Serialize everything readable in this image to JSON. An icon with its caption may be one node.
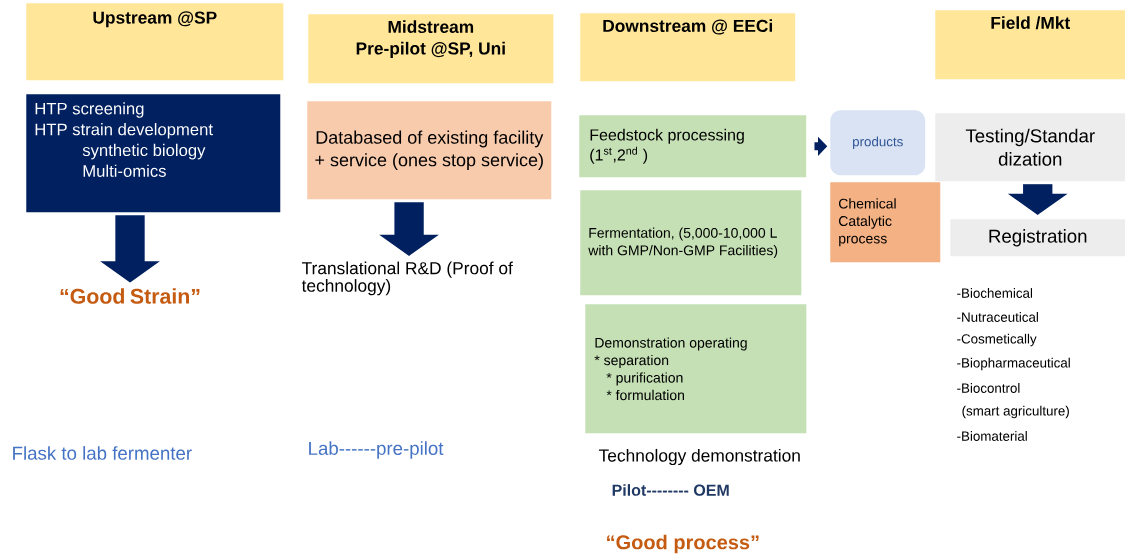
{
  "diagram": {
    "nodes": [
      {
        "text": [
          "Upstream @SP"
        ]
      },
      {
        "text": [
          "Midstream",
          "Pre-pilot @SP, Uni"
        ]
      },
      {
        "text": [
          "Downstream @ EECi"
        ]
      },
      {
        "text": [
          "Field /Mkt"
        ]
      },
      {
        "text": [
          "HTP screening",
          "HTP strain development",
          "synthetic biology",
          "Multi-omics"
        ]
      },
      {
        "text": [
          "“Good Strain”"
        ]
      },
      {
        "text": [
          "Databased of existing facility + service (ones stop service)"
        ]
      },
      {
        "text": [
          "Translational R&D (Proof of technology)"
        ]
      },
      {
        "text": [
          "Feedstock processing (1$^{st}$,2$^{nd}$ )"
        ]
      },
      {
        "text": [
          "products"
        ]
      },
      {
        "text": [
          "Fermentation, (5,000-10,000 L with GMP/Non-GMP Facilities)"
        ]
      },
      {
        "text": [
          "Chemical Catalytic process"
        ]
      },
      {
        "text": [
          "Demonstration operating",
          "* separation",
          "* purification",
          "* formulation"
        ]
      },
      {
        "text": [
          "Testing/Standar dization"
        ]
      },
      {
        "text": [
          "Registration"
        ]
      }
    ],
    "edges": [
      {
        "from": 4,
        "to": 5,
        "arrow": "to"
      },
      {
        "from": 6,
        "to": 7,
        "arrow": "to"
      },
      {
        "from": 8,
        "to": 9,
        "arrow": "to"
      },
      {
        "from": 13,
        "to": 14,
        "arrow": "to"
      }
    ],
    "labels": [
      "-Biochemical",
      "-Nutraceutical",
      "-Cosmetically",
      "-Biopharmaceutical",
      "-Biocontrol",
      "(smart agriculture)",
      "-Biomaterial",
      "Flask  to lab fermenter",
      "Lab------pre-pilot",
      "Technology demonstration",
      "Pilot-------- OEM",
      "“Good process”"
    ]
  }
}
